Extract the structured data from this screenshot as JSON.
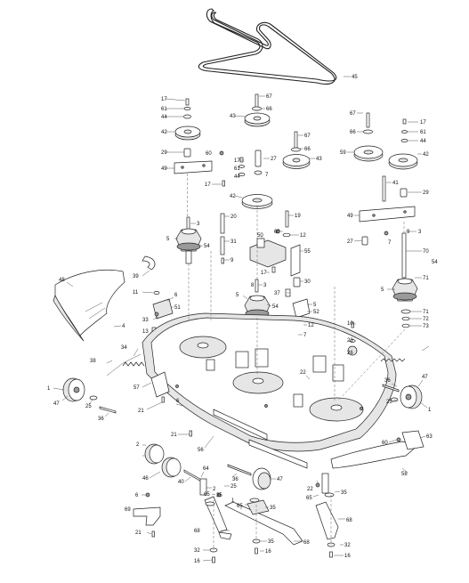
{
  "callouts": {
    "c1a": "1",
    "c1b": "1",
    "c1c": "1",
    "c2a": "2",
    "c2b": "2",
    "c3a": "3",
    "c3b": "3",
    "c3c": "3",
    "c4": "4",
    "c5a": "5",
    "c5b": "5",
    "c5c": "5",
    "c5d": "5",
    "c6a": "6",
    "c6b": "6",
    "c6c": "6",
    "c7a": "7",
    "c7b": "7",
    "c8": "8",
    "c9a": "9",
    "c9b": "9",
    "c10": "10",
    "c11": "11",
    "c12a": "12",
    "c12b": "12",
    "c13": "13",
    "c16a": "16",
    "c16b": "16",
    "c16c": "16",
    "c17a": "17",
    "c17b": "17",
    "c17c": "17",
    "c17d": "17",
    "c17e": "17",
    "c19": "19",
    "c20": "20",
    "c21a": "21",
    "c21b": "21",
    "c21c": "21",
    "c22a": "22",
    "c22b": "22",
    "c23": "23",
    "c25a": "25",
    "c25b": "25",
    "c25c": "25",
    "c26": "26",
    "c27a": "27",
    "c27b": "27",
    "c29a": "29",
    "c29b": "29",
    "c30": "30",
    "c31": "31",
    "c32a": "32",
    "c32b": "32",
    "c33": "33",
    "c34": "34",
    "c35a": "35",
    "c35b": "35",
    "c35c": "35",
    "c36a": "36",
    "c36b": "36",
    "c36c": "36",
    "c37": "37",
    "c38": "38",
    "c39": "39",
    "c40": "40",
    "c41": "41",
    "c42a": "42",
    "c42b": "42",
    "c42c": "42",
    "c43a": "43",
    "c43b": "43",
    "c44a": "44",
    "c44b": "44",
    "c44c": "44",
    "c45": "45",
    "c46": "46",
    "c47a": "47",
    "c47b": "47",
    "c47c": "47",
    "c48": "48",
    "c49a": "49",
    "c49b": "49",
    "c50": "50",
    "c51a": "51",
    "c51b": "51",
    "c52": "52",
    "c54a": "54",
    "c54b": "54",
    "c54c": "54",
    "c55": "55",
    "c56": "56",
    "c57": "57",
    "c58": "58",
    "c59": "59",
    "c60a": "60",
    "c60b": "60",
    "c60c": "60",
    "c61a": "61",
    "c61b": "61",
    "c61c": "61",
    "c63": "63",
    "c64": "64",
    "c65a": "65",
    "c65b": "65",
    "c65c": "65",
    "c66a": "66",
    "c66b": "66",
    "c66c": "66",
    "c67a": "67",
    "c67b": "67",
    "c67c": "67",
    "c68a": "68",
    "c68b": "68",
    "c68c": "68",
    "c69": "69",
    "c70": "70",
    "c71a": "71",
    "c71b": "71",
    "c72": "72",
    "c73": "73"
  }
}
